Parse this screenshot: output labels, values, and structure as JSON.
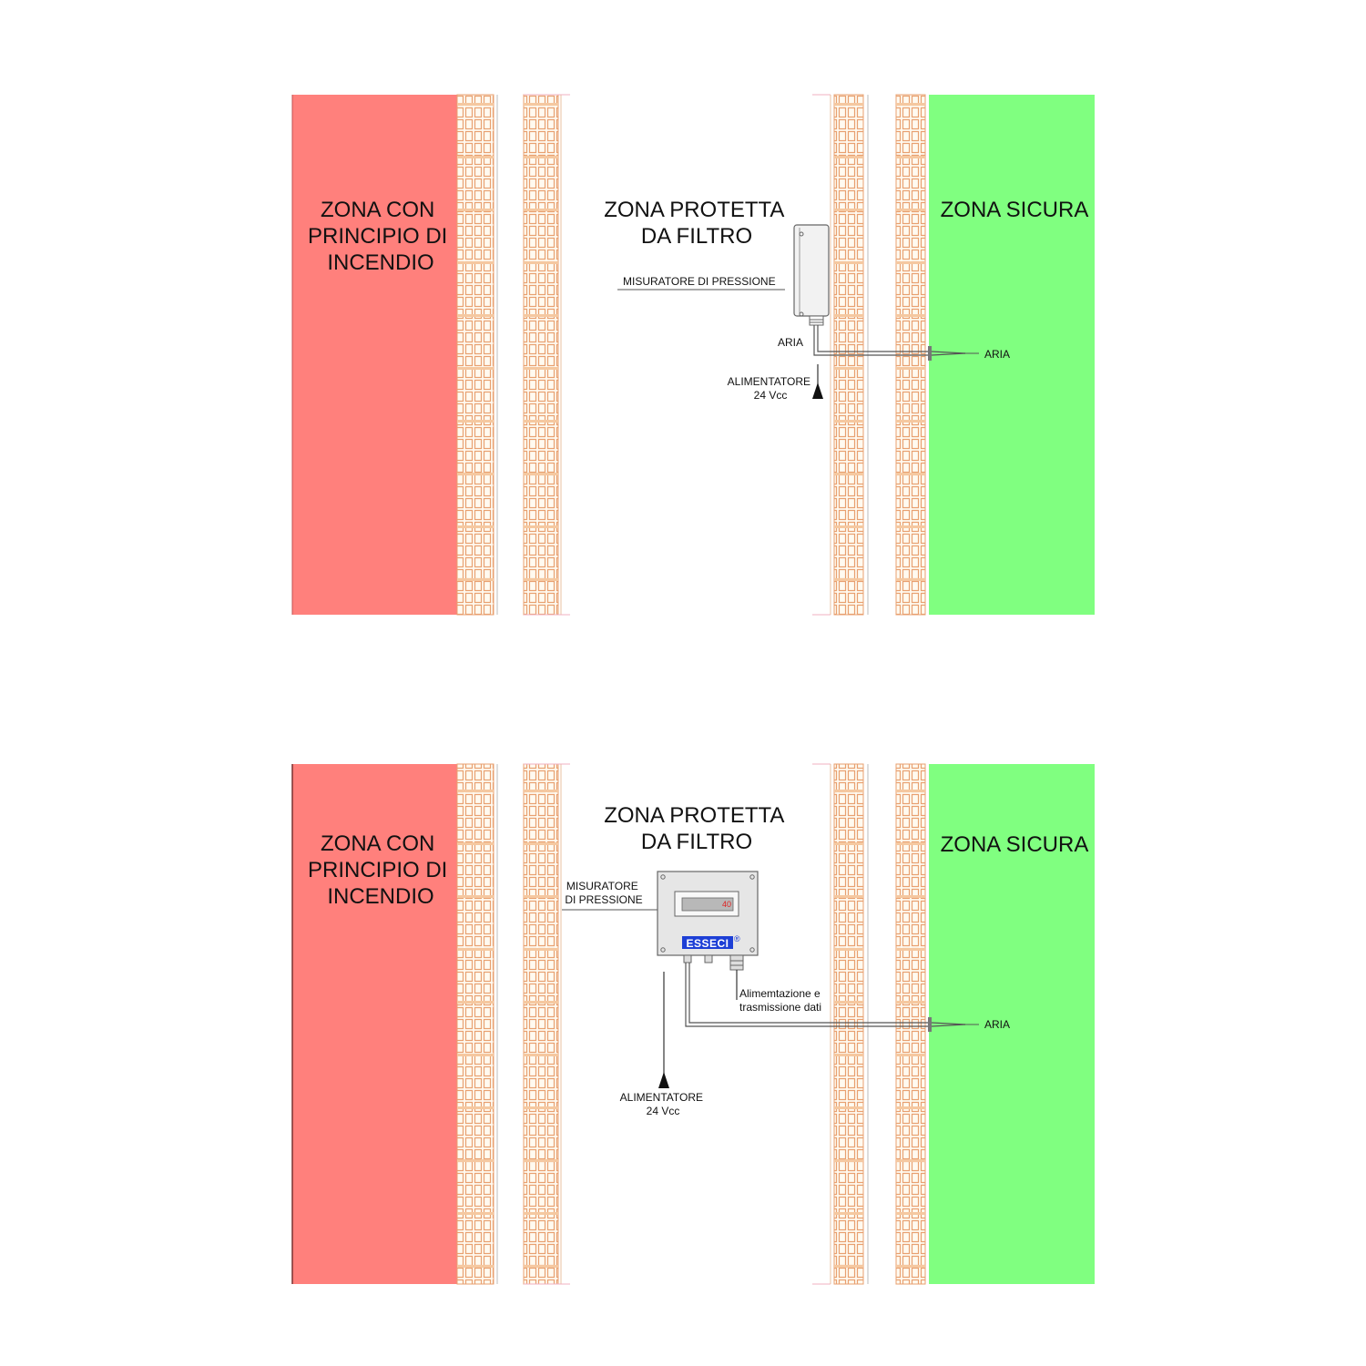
{
  "colors": {
    "fire_zone": "#ff807c",
    "safe_zone": "#80ff80",
    "brick_stroke": "#e8a070",
    "brick_fill": "#fffaf0",
    "device_body": "#e6e6e6",
    "logo_bg": "#1d3fd6"
  },
  "top": {
    "fire_zone_label": [
      "ZONA CON",
      "PRINCIPIO DI",
      "INCENDIO"
    ],
    "protected_zone_label": [
      "ZONA PROTETTA",
      "DA FILTRO"
    ],
    "safe_zone_label": "ZONA SICURA",
    "device_label": "MISURATORE DI PRESSIONE",
    "aria_inside": "ARIA",
    "aria_outside": "ARIA",
    "power_label": [
      "ALIMENTATORE",
      "24 Vcc"
    ]
  },
  "bottom": {
    "fire_zone_label": [
      "ZONA CON",
      "PRINCIPIO DI",
      "INCENDIO"
    ],
    "protected_zone_label": [
      "ZONA PROTETTA",
      "DA FILTRO"
    ],
    "safe_zone_label": "ZONA SICURA",
    "device_label": [
      "MISURATORE",
      "DI PRESSIONE"
    ],
    "display_value": "40",
    "logo_text": "ESSECI",
    "logo_mark": "®",
    "data_label": [
      "Alimemtazione e",
      "trasmissione dati"
    ],
    "aria_outside": "ARIA",
    "power_label": [
      "ALIMENTATORE",
      "24 Vcc"
    ]
  }
}
